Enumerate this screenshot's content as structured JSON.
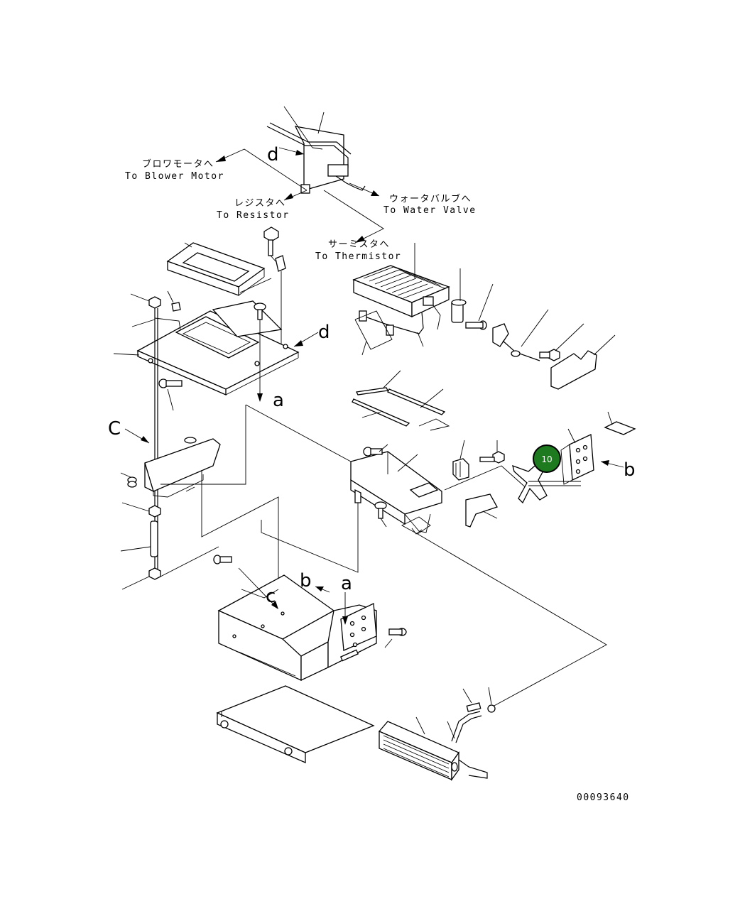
{
  "labels": {
    "blower_jp": "ブロワモータへ",
    "blower_en": "To Blower Motor",
    "resistor_jp": "レジスタへ",
    "resistor_en": "To Resistor",
    "water_jp": "ウォータバルブへ",
    "water_en": "To Water Valve",
    "thermistor_jp": "サーミスタへ",
    "thermistor_en": "To Thermistor"
  },
  "view_markers": {
    "d_top": "d",
    "d_right": "d",
    "a_mid": "a",
    "a_low": "a",
    "b_right": "b",
    "b_low": "b",
    "c_left": "C",
    "c_low": "c"
  },
  "hotspot": {
    "label": "10",
    "color": "#1e7a1e"
  },
  "drawing_number": "00093640"
}
